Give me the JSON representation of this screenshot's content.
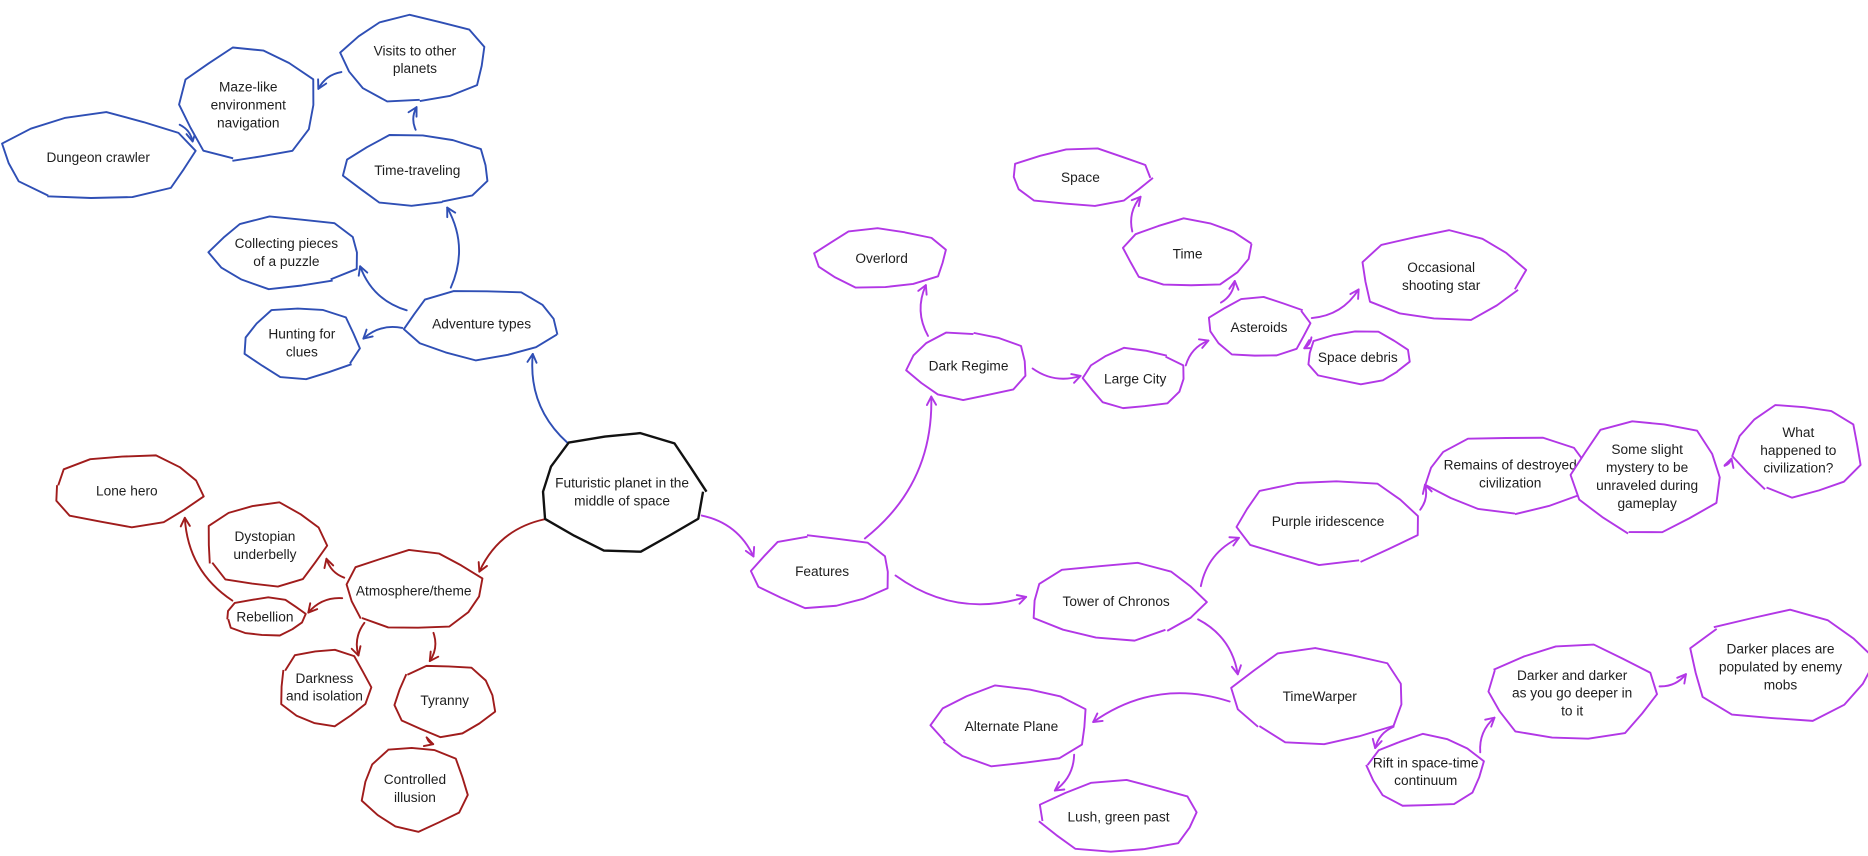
{
  "colors": {
    "blue": "#2f4fb5",
    "red": "#a01c1c",
    "purple": "#b237e6",
    "black": "#111111"
  },
  "nodes": [
    {
      "id": "root",
      "group": "black",
      "lines": [
        "Futuristic planet in the",
        "middle of space"
      ]
    },
    {
      "id": "adventure",
      "group": "blue",
      "lines": [
        "Adventure types"
      ]
    },
    {
      "id": "hunting",
      "group": "blue",
      "lines": [
        "Hunting for",
        "clues"
      ]
    },
    {
      "id": "collecting",
      "group": "blue",
      "lines": [
        "Collecting pieces",
        "of a puzzle"
      ]
    },
    {
      "id": "timetravel",
      "group": "blue",
      "lines": [
        "Time-traveling"
      ]
    },
    {
      "id": "visits",
      "group": "blue",
      "lines": [
        "Visits to other",
        "planets"
      ]
    },
    {
      "id": "maze",
      "group": "blue",
      "lines": [
        "Maze-like",
        "environment",
        "navigation"
      ]
    },
    {
      "id": "dungeon",
      "group": "blue",
      "lines": [
        "Dungeon crawler"
      ]
    },
    {
      "id": "atmosphere",
      "group": "red",
      "lines": [
        "Atmosphere/theme"
      ]
    },
    {
      "id": "dystopian",
      "group": "red",
      "lines": [
        "Dystopian",
        "underbelly"
      ]
    },
    {
      "id": "rebellion",
      "group": "red",
      "lines": [
        "Rebellion"
      ]
    },
    {
      "id": "lonehero",
      "group": "red",
      "lines": [
        "Lone hero"
      ]
    },
    {
      "id": "darkness",
      "group": "red",
      "lines": [
        "Darkness",
        "and isolation"
      ]
    },
    {
      "id": "tyranny",
      "group": "red",
      "lines": [
        "Tyranny"
      ]
    },
    {
      "id": "controlled",
      "group": "red",
      "lines": [
        "Controlled",
        "illusion"
      ]
    },
    {
      "id": "features",
      "group": "purple",
      "lines": [
        "Features"
      ]
    },
    {
      "id": "darkregime",
      "group": "purple",
      "lines": [
        "Dark Regime"
      ]
    },
    {
      "id": "overlord",
      "group": "purple",
      "lines": [
        "Overlord"
      ]
    },
    {
      "id": "largecity",
      "group": "purple",
      "lines": [
        "Large City"
      ]
    },
    {
      "id": "asteroids",
      "group": "purple",
      "lines": [
        "Asteroids"
      ]
    },
    {
      "id": "time",
      "group": "purple",
      "lines": [
        "Time"
      ]
    },
    {
      "id": "space",
      "group": "purple",
      "lines": [
        "Space"
      ]
    },
    {
      "id": "occasional",
      "group": "purple",
      "lines": [
        "Occasional",
        "shooting star"
      ]
    },
    {
      "id": "spacedebris",
      "group": "purple",
      "lines": [
        "Space debris"
      ]
    },
    {
      "id": "tower",
      "group": "purple",
      "lines": [
        "Tower of Chronos"
      ]
    },
    {
      "id": "iridescence",
      "group": "purple",
      "lines": [
        "Purple iridescence"
      ]
    },
    {
      "id": "remains",
      "group": "purple",
      "lines": [
        "Remains of destroyed",
        "civilization"
      ]
    },
    {
      "id": "mystery",
      "group": "purple",
      "lines": [
        "Some slight",
        "mystery to be",
        "unraveled during",
        "gameplay"
      ]
    },
    {
      "id": "whathappened",
      "group": "purple",
      "lines": [
        "What",
        "happened to",
        "civilization?"
      ]
    },
    {
      "id": "timewarper",
      "group": "purple",
      "lines": [
        "TimeWarper"
      ]
    },
    {
      "id": "altplane",
      "group": "purple",
      "lines": [
        "Alternate Plane"
      ]
    },
    {
      "id": "lush",
      "group": "purple",
      "lines": [
        "Lush, green past"
      ]
    },
    {
      "id": "rift",
      "group": "purple",
      "lines": [
        "Rift in space-time",
        "continuum"
      ]
    },
    {
      "id": "darker",
      "group": "purple",
      "lines": [
        "Darker and darker",
        "as you go deeper in",
        "to it"
      ]
    },
    {
      "id": "darkerplaces",
      "group": "purple",
      "lines": [
        "Darker places are",
        "populated by enemy",
        "mobs"
      ]
    }
  ],
  "edges": [
    [
      "root",
      "adventure",
      "blue"
    ],
    [
      "adventure",
      "hunting",
      "blue"
    ],
    [
      "adventure",
      "collecting",
      "blue"
    ],
    [
      "adventure",
      "timetravel",
      "blue"
    ],
    [
      "timetravel",
      "visits",
      "blue"
    ],
    [
      "visits",
      "maze",
      "blue"
    ],
    [
      "maze",
      "dungeon",
      "blue"
    ],
    [
      "root",
      "atmosphere",
      "red"
    ],
    [
      "atmosphere",
      "dystopian",
      "red"
    ],
    [
      "atmosphere",
      "rebellion",
      "red"
    ],
    [
      "rebellion",
      "lonehero",
      "red"
    ],
    [
      "atmosphere",
      "darkness",
      "red"
    ],
    [
      "atmosphere",
      "tyranny",
      "red"
    ],
    [
      "tyranny",
      "controlled",
      "red"
    ],
    [
      "root",
      "features",
      "purple"
    ],
    [
      "features",
      "darkregime",
      "purple"
    ],
    [
      "darkregime",
      "overlord",
      "purple"
    ],
    [
      "darkregime",
      "largecity",
      "purple"
    ],
    [
      "largecity",
      "asteroids",
      "purple"
    ],
    [
      "asteroids",
      "time",
      "purple"
    ],
    [
      "time",
      "space",
      "purple"
    ],
    [
      "asteroids",
      "occasional",
      "purple"
    ],
    [
      "asteroids",
      "spacedebris",
      "purple"
    ],
    [
      "features",
      "tower",
      "purple"
    ],
    [
      "tower",
      "iridescence",
      "purple"
    ],
    [
      "iridescence",
      "remains",
      "purple"
    ],
    [
      "remains",
      "mystery",
      "purple"
    ],
    [
      "mystery",
      "whathappened",
      "purple"
    ],
    [
      "tower",
      "timewarper",
      "purple"
    ],
    [
      "timewarper",
      "altplane",
      "purple"
    ],
    [
      "altplane",
      "lush",
      "purple"
    ],
    [
      "timewarper",
      "rift",
      "purple"
    ],
    [
      "rift",
      "darker",
      "purple"
    ],
    [
      "darker",
      "darkerplaces",
      "purple"
    ]
  ]
}
